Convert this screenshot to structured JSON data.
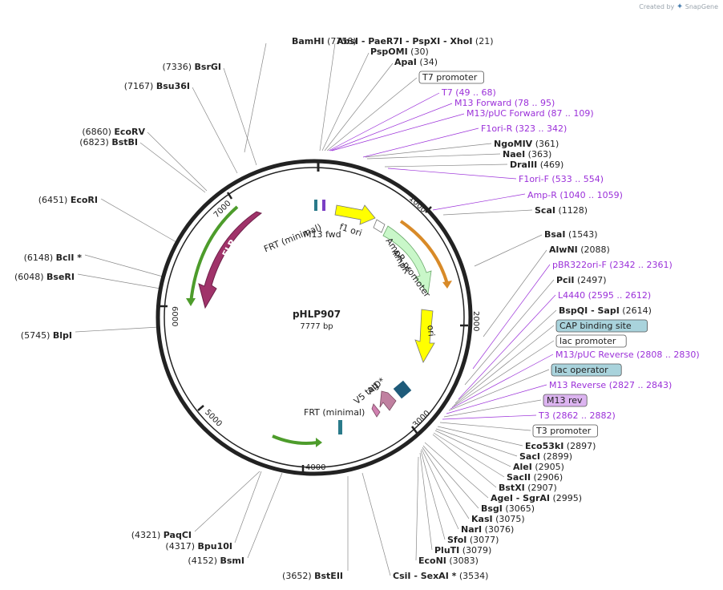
{
  "brand": {
    "created_by": "Created by",
    "logo_text": "SnapGene"
  },
  "plasmid": {
    "name": "pHLP907",
    "size": "7777 bp"
  },
  "ticks": [
    "1000",
    "2000",
    "3000",
    "4000",
    "5000",
    "6000",
    "7000"
  ],
  "features": [
    {
      "name": "FLP",
      "color": "#a0336a"
    },
    {
      "name": "FRT (minimal)",
      "color": "#4d9c2b"
    },
    {
      "name": "M13 fwd",
      "color": "#7b3fc4"
    },
    {
      "name": "f1 ori",
      "color": "#ffff00"
    },
    {
      "name": "AmpR",
      "color": "#c9f7c9"
    },
    {
      "name": "AmpR promoter",
      "color": "#eeeeee"
    },
    {
      "name": "ori",
      "color": "#ffff00"
    },
    {
      "name": "AID*",
      "color": "#c080a0"
    },
    {
      "name": "V5 tag",
      "color": "#d080b0"
    },
    {
      "name": "FRT (minimal)",
      "color": "#4d9c2b"
    }
  ],
  "labels": [
    {
      "pos": "(7758)",
      "name": "BamHI"
    },
    {
      "pos": "(21)",
      "name": "AbsI - PaeR7I - PspXI - XhoI"
    },
    {
      "pos": "(30)",
      "name": "PspOMI"
    },
    {
      "pos": "(34)",
      "name": "ApaI"
    },
    {
      "pos": "",
      "name": "T7 promoter",
      "boxed": "plain"
    },
    {
      "pos": "(49 .. 68)",
      "name": "T7",
      "primer": true
    },
    {
      "pos": "(78 .. 95)",
      "name": "M13 Forward",
      "primer": true
    },
    {
      "pos": "(87 .. 109)",
      "name": "M13/pUC Forward",
      "primer": true
    },
    {
      "pos": "(323 .. 342)",
      "name": "F1ori-R",
      "primer": true
    },
    {
      "pos": "(361)",
      "name": "NgoMIV"
    },
    {
      "pos": "(363)",
      "name": "NaeI"
    },
    {
      "pos": "(469)",
      "name": "DraIII"
    },
    {
      "pos": "(533 .. 554)",
      "name": "F1ori-F",
      "primer": true
    },
    {
      "pos": "(1040 .. 1059)",
      "name": "Amp-R",
      "primer": true
    },
    {
      "pos": "(1128)",
      "name": "ScaI"
    },
    {
      "pos": "(1543)",
      "name": "BsaI"
    },
    {
      "pos": "(2088)",
      "name": "AlwNI"
    },
    {
      "pos": "(2342 .. 2361)",
      "name": "pBR322ori-F",
      "primer": true
    },
    {
      "pos": "(2497)",
      "name": "PciI"
    },
    {
      "pos": "(2595 .. 2612)",
      "name": "L4440",
      "primer": true
    },
    {
      "pos": "(2614)",
      "name": "BspQI - SapI"
    },
    {
      "pos": "",
      "name": "CAP binding site",
      "boxed": "blue"
    },
    {
      "pos": "",
      "name": "lac promoter",
      "boxed": "plain"
    },
    {
      "pos": "(2808 .. 2830)",
      "name": "M13/pUC Reverse",
      "primer": true
    },
    {
      "pos": "",
      "name": "lac operator",
      "boxed": "blue"
    },
    {
      "pos": "(2827 .. 2843)",
      "name": "M13 Reverse",
      "primer": true
    },
    {
      "pos": "",
      "name": "M13 rev",
      "boxed": "purple"
    },
    {
      "pos": "(2862 .. 2882)",
      "name": "T3",
      "primer": true
    },
    {
      "pos": "",
      "name": "T3 promoter",
      "boxed": "plain"
    },
    {
      "pos": "(2897)",
      "name": "Eco53kI"
    },
    {
      "pos": "(2899)",
      "name": "SacI"
    },
    {
      "pos": "(2905)",
      "name": "AleI"
    },
    {
      "pos": "(2906)",
      "name": "SacII"
    },
    {
      "pos": "(2907)",
      "name": "BstXI"
    },
    {
      "pos": "(2995)",
      "name": "AgeI - SgrAI"
    },
    {
      "pos": "(3065)",
      "name": "BsgI"
    },
    {
      "pos": "(3075)",
      "name": "KasI"
    },
    {
      "pos": "(3076)",
      "name": "NarI"
    },
    {
      "pos": "(3077)",
      "name": "SfoI"
    },
    {
      "pos": "(3079)",
      "name": "PluTI"
    },
    {
      "pos": "(3083)",
      "name": "EcoNI"
    },
    {
      "pos": "(3534)",
      "name": "CsiI - SexAI *"
    },
    {
      "pos": "(3652)",
      "name": "BstEII"
    },
    {
      "pos": "(4152)",
      "name": "BsmI"
    },
    {
      "pos": "(4317)",
      "name": "Bpu10I"
    },
    {
      "pos": "(4321)",
      "name": "PaqCI"
    },
    {
      "pos": "(5745)",
      "name": "BlpI"
    },
    {
      "pos": "(6048)",
      "name": "BseRI"
    },
    {
      "pos": "(6148)",
      "name": "BclI *"
    },
    {
      "pos": "(6451)",
      "name": "EcoRI"
    },
    {
      "pos": "(6823)",
      "name": "BstBI"
    },
    {
      "pos": "(6860)",
      "name": "EcoRV"
    },
    {
      "pos": "(7167)",
      "name": "Bsu36I"
    },
    {
      "pos": "(7336)",
      "name": "BsrGI"
    }
  ],
  "colors": {
    "primer": "#9b30d9",
    "box_blue": "#a9d3dc",
    "box_purple": "#dcb4f0",
    "backbone": "#222222"
  }
}
